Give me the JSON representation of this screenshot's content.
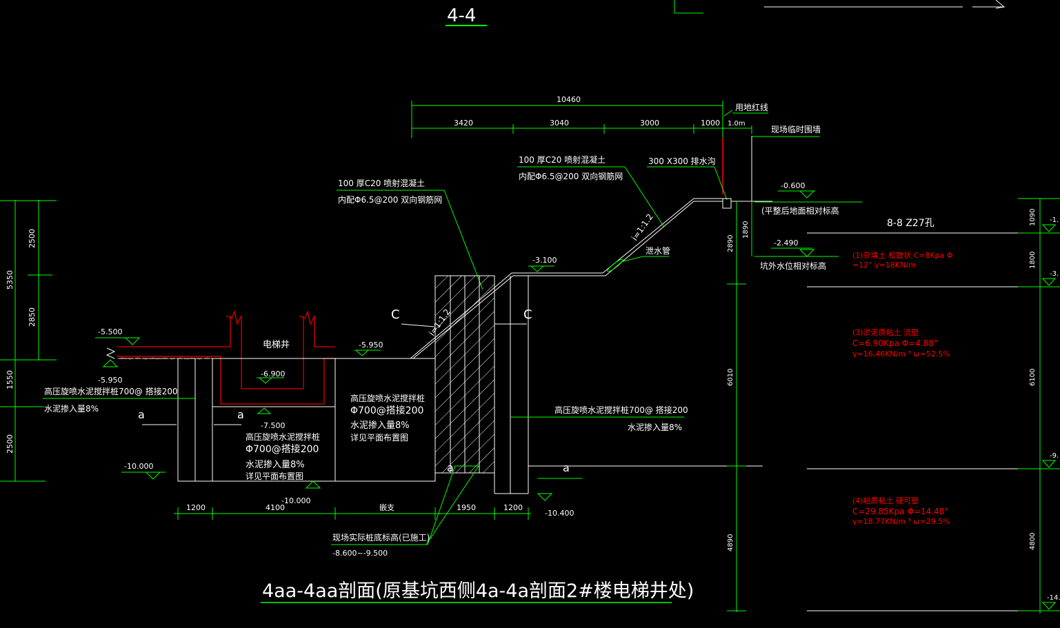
{
  "colors": {
    "background": "#000000",
    "white": "#ffffff",
    "green": "#00ff00",
    "red": "#ff0000",
    "dark_red": "#c00000"
  },
  "header": {
    "section_label": "4-4"
  },
  "title": {
    "main": "4aa-4aa剖面(原基坑西侧4a-4a剖面2#楼电梯井处)"
  },
  "dims_top": {
    "total": "10460",
    "d1": "3420",
    "d2": "3040",
    "d3": "3000",
    "d4": "1000",
    "d5": "1.0m"
  },
  "dims_left": {
    "d1": "2500",
    "d2": "2850",
    "d3": "1550",
    "d4": "2500",
    "total": "5350"
  },
  "dims_bottom": {
    "d1": "1200",
    "d2": "4100",
    "d3": "嵌支",
    "d4": "1950",
    "d5": "1200"
  },
  "elevations": {
    "e1": "-5.500",
    "e2": "-5.950",
    "e3": "-6.900",
    "e4": "-5.950",
    "e5": "-7.500",
    "e6": "-10.000",
    "e7": "-10.000",
    "e8": "-3.100",
    "e9": "-10.400",
    "e10": "-0.600",
    "e11": "-2.490"
  },
  "labels": {
    "elevator_shaft": "电梯井",
    "property_line": "用地红线",
    "temp_wall": "现场临时围墙",
    "ditch": "300 X300 排水沟",
    "ground_label": "(平整后地面相对标高",
    "water_label": "坑外水位相对标高",
    "drain_pipe": "泄水管",
    "slope_text": "i=1:1.2",
    "slope_text2": "i=1:1.2",
    "borehole": "8-8 Z27孔",
    "pile_bottom": "现场实际桩底标高(已施工)",
    "pile_bottom_range": "-8.600~-9.500",
    "mark_a1": "a",
    "mark_a2": "a",
    "mark_a3": "a",
    "mark_a4": "a",
    "mark_c1": "C",
    "mark_c2": "C"
  },
  "notes": {
    "shotcrete1_l1": "100 厚C20 喷射混凝土",
    "shotcrete1_l2": "内配Φ6.5@200 双向钢筋网",
    "shotcrete2_l1": "100 厚C20 喷射混凝土",
    "shotcrete2_l2": "内配Φ6.5@200 双向钢筋网",
    "pile_left_l1": "高压旋喷水泥搅拌桩700@ 搭接200",
    "pile_left_l2": "水泥掺入量8%",
    "pile_mid_l1": "高压旋喷水泥搅拌桩",
    "pile_mid_l2": "Φ700@搭接200",
    "pile_mid_l3": "水泥掺入量8%",
    "pile_mid_l4": "详见平面布置图",
    "pile_center_l1": "高压旋喷水泥搅拌桩",
    "pile_center_l2": "Φ700@搭接200",
    "pile_center_l3": "水泥掺入量8%",
    "pile_center_l4": "详见平面布置图",
    "pile_right_l1": "高压旋喷水泥搅拌桩700@ 搭接200",
    "pile_right_l2": "水泥掺入量8%"
  },
  "right_dims": {
    "d_1890": "1890",
    "d_2890": "2890",
    "d_6010": "6010",
    "d_4890": "4890",
    "r_1090": "1090",
    "r_1800": "1800",
    "r_6100": "6100",
    "r_4800": "4800",
    "tick1": "-1.",
    "tick2": "-3.",
    "tick3": "-9.",
    "tick4": "-14."
  },
  "soil": {
    "l1_a": "(1)杂填土 松散状 C=8Kpa Φ",
    "l1_b": "=12° γ=18KN/m",
    "l3_a": "(3)淤泥质粘土 流塑",
    "l3_b": "C=6.90Kpa Φ=4.88°",
    "l3_c": "γ=16.46KN/m ³ ω=52.5%",
    "l4_a": "(4)粘质粘土 硬可塑",
    "l4_b": "C=29.85Kpa Φ=14.48°",
    "l4_c": "γ=18.77KN/m ³ ω=29.5%"
  }
}
